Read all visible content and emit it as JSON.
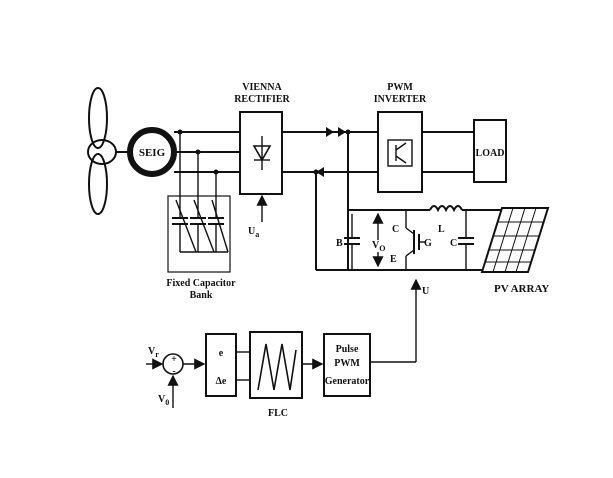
{
  "diagram": {
    "labels": {
      "seig": "SEIG",
      "vienna_line1": "VIENNA",
      "vienna_line2": "RECTIFIER",
      "pwm_line1": "PWM",
      "pwm_line2": "INVERTER",
      "load": "LOAD",
      "ua": "U",
      "ua_sub": "a",
      "fixed_cap_line1": "Fixed Capacitor",
      "fixed_cap_line2": "Bank",
      "b": "B",
      "c_top": "C",
      "e": "E",
      "g": "G",
      "vo": "V",
      "vo_sub": "O",
      "l": "L",
      "c_filter": "C",
      "u": "U",
      "pv_array": "PV ARRAY",
      "vr": "V",
      "vr_sub": "r",
      "v0": "V",
      "v0_sub": "0",
      "plus": "+",
      "minus": "-",
      "e_err": "e",
      "de_err": "Δe",
      "flc": "FLC",
      "pulse_line1": "Pulse",
      "pulse_line2": "PWM",
      "pulse_line3": "Generator"
    }
  }
}
